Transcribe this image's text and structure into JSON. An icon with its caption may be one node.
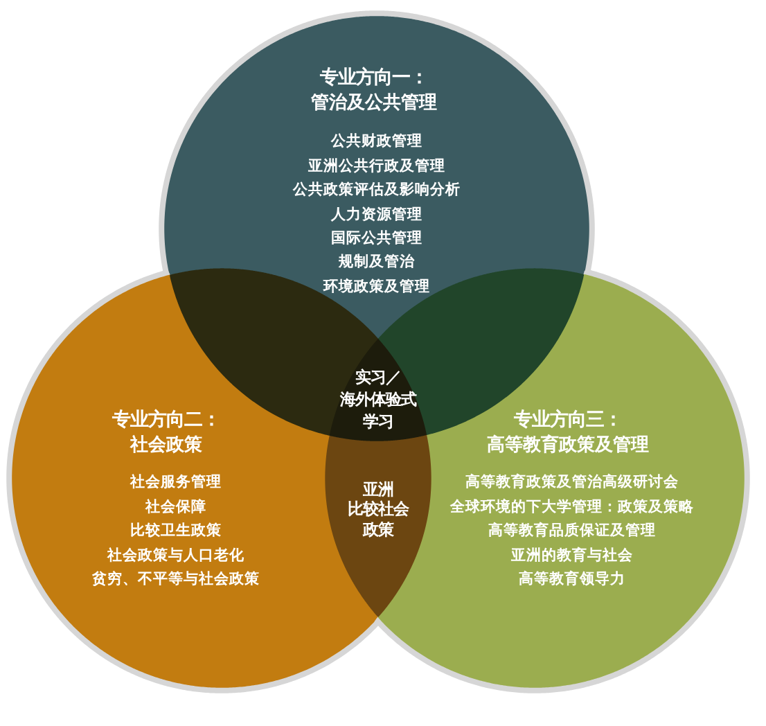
{
  "diagram": {
    "nodes": [
      {
        "text": [
          "专业方向一：",
          "管治及公共管理",
          "公共财政管理",
          "亚洲公共行政及管理",
          "公共政策评估及影响分析",
          "人力资源管理",
          "国际公共管理",
          "规制及管治",
          "环境政策及管理"
        ]
      },
      {
        "text": [
          "专业方向二：",
          "社会政策",
          "社会服务管理",
          "社会保障",
          "比较卫生政策",
          "社会政策与人口老化",
          "贫穷、不平等与社会政策"
        ]
      },
      {
        "text": [
          "专业方向三：",
          "高等教育政策及管理",
          "高等教育政策及管治高级研讨会",
          "全球环境的下大学管理：政策及策略",
          "高等教育品质保证及管理",
          "亚洲的教育与社会",
          "高等教育领导力"
        ]
      },
      {
        "text": [],
        "shape": "lens"
      },
      {
        "text": [],
        "shape": "lens"
      },
      {
        "text": [
          "实习／海外体验式学习"
        ]
      },
      {
        "text": [
          "亚洲比较社会政策"
        ]
      }
    ]
  }
}
